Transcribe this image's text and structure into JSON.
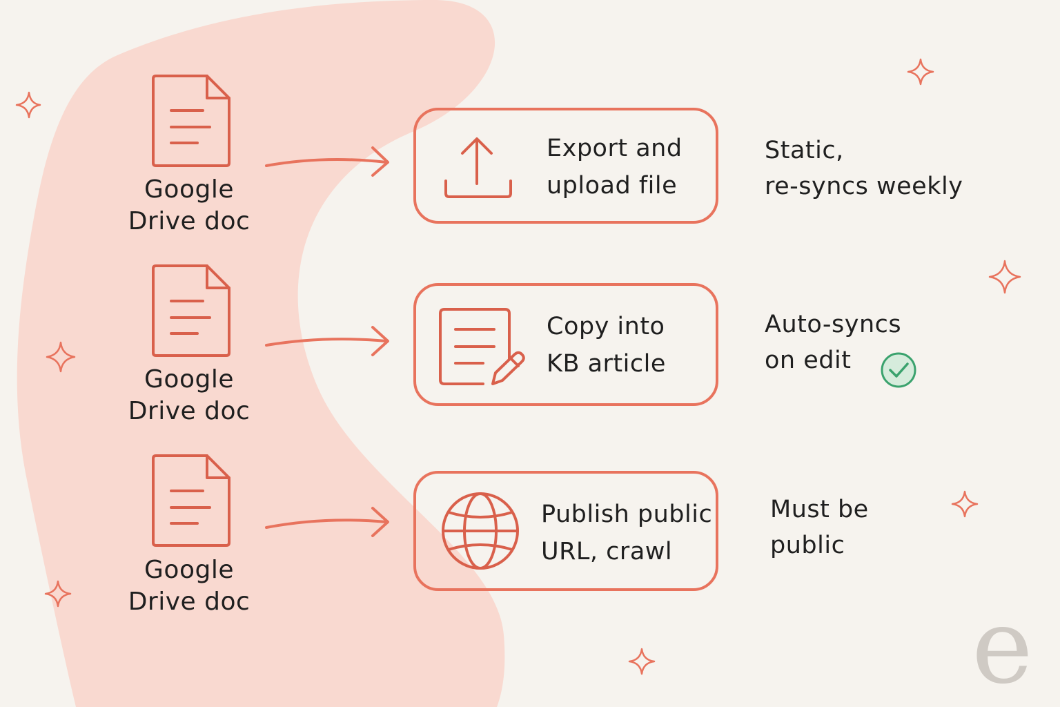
{
  "sources": [
    {
      "label_line1": "Google",
      "label_line2": "Drive doc"
    },
    {
      "label_line1": "Google",
      "label_line2": "Drive doc"
    },
    {
      "label_line1": "Google",
      "label_line2": "Drive doc"
    }
  ],
  "methods": [
    {
      "line1": "Export and",
      "line2": "upload file",
      "icon": "upload-icon"
    },
    {
      "line1": "Copy into",
      "line2": "KB article",
      "icon": "edit-document-icon"
    },
    {
      "line1": "Publish public",
      "line2": "URL, crawl",
      "icon": "globe-icon"
    }
  ],
  "outcomes": [
    {
      "line1": "Static,",
      "line2": "re-syncs weekly"
    },
    {
      "line1": "Auto-syncs",
      "line2": "on edit",
      "badge": "check-circle-icon"
    },
    {
      "line1": "Must be",
      "line2": "public"
    }
  ],
  "logo": {
    "text": "e"
  },
  "colors": {
    "accent": "#e8735d",
    "blob": "#f9d9d0",
    "background": "#f6f3ee",
    "check": "#3aa26d"
  }
}
